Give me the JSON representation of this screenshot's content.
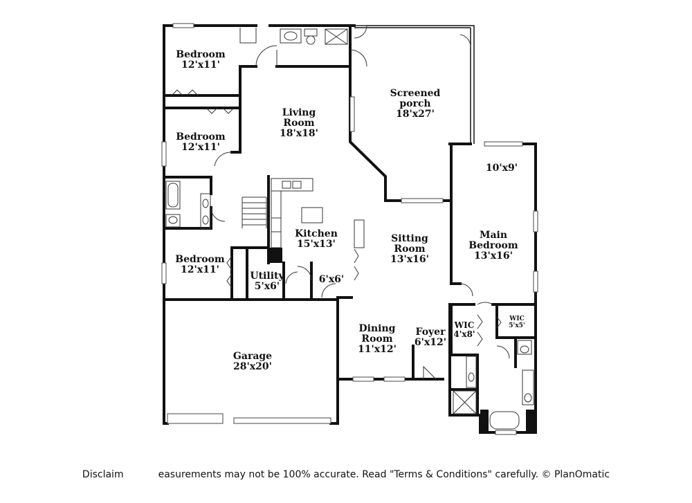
{
  "rooms": {
    "bedroom_top": {
      "name": "Bedroom",
      "dims": "12'x11'"
    },
    "bedroom_mid": {
      "name": "Bedroom",
      "dims": "12'x11'"
    },
    "bedroom_low": {
      "name": "Bedroom",
      "dims": "12'x11'"
    },
    "living": {
      "name1": "Living",
      "name2": "Room",
      "dims": "18'x18'"
    },
    "porch": {
      "name1": "Screened",
      "name2": "porch",
      "dims": "18'x27'"
    },
    "nook": {
      "dims": "10'x9'"
    },
    "kitchen": {
      "name": "Kitchen",
      "dims": "15'x13'"
    },
    "sitting": {
      "name1": "Sitting",
      "name2": "Room",
      "dims": "13'x16'"
    },
    "main_bedroom": {
      "name1": "Main",
      "name2": "Bedroom",
      "dims": "13'x16'"
    },
    "utility": {
      "name": "Utility",
      "dims": "5'x6'"
    },
    "hall": {
      "dims": "6'x6'"
    },
    "garage": {
      "name": "Garage",
      "dims": "28'x20'"
    },
    "dining": {
      "name1": "Dining",
      "name2": "Room",
      "dims": "11'x12'"
    },
    "foyer": {
      "name": "Foyer",
      "dims": "6'x12'"
    },
    "wic_left": {
      "name": "WIC",
      "dims": "4'x8'"
    },
    "wic_right": {
      "name": "WIC",
      "dims": "5'x5'"
    }
  },
  "disclaimer": {
    "start": "Disclaim",
    "rest": "easurements may not be 100% accurate. Read \"Terms & Conditions\" carefully. © PlanOmatic"
  }
}
